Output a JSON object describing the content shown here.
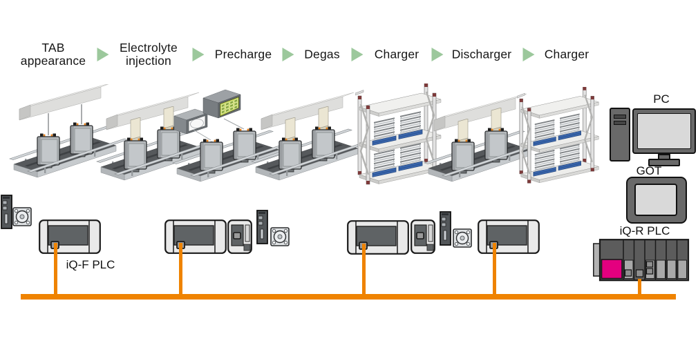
{
  "process_flow": {
    "steps": [
      "TAB appearance",
      "Electrolyte injection",
      "Precharge",
      "Degas",
      "Charger",
      "Discharger",
      "Charger"
    ]
  },
  "stations": [
    {
      "id": "tab-appearance",
      "icon": "conveyor-press-machine"
    },
    {
      "id": "electrolyte-injection",
      "icon": "conveyor-press-machine"
    },
    {
      "id": "precharge",
      "icon": "conveyor-with-instruments"
    },
    {
      "id": "degas",
      "icon": "conveyor-press-machine"
    },
    {
      "id": "charger-1",
      "icon": "battery-charging-rack"
    },
    {
      "id": "discharger",
      "icon": "conveyor-press-machine"
    },
    {
      "id": "charger-2",
      "icon": "battery-charging-rack"
    }
  ],
  "controllers": {
    "iqf_plc_label": "iQ-F PLC",
    "iqr_plc_label": "iQ-R PLC",
    "pc_label": "PC",
    "got_label": "GOT"
  },
  "colors": {
    "network_line": "#EF8300",
    "iqr_power_module": "#E4007F",
    "flow_arrow_green": "#9CC89C"
  }
}
